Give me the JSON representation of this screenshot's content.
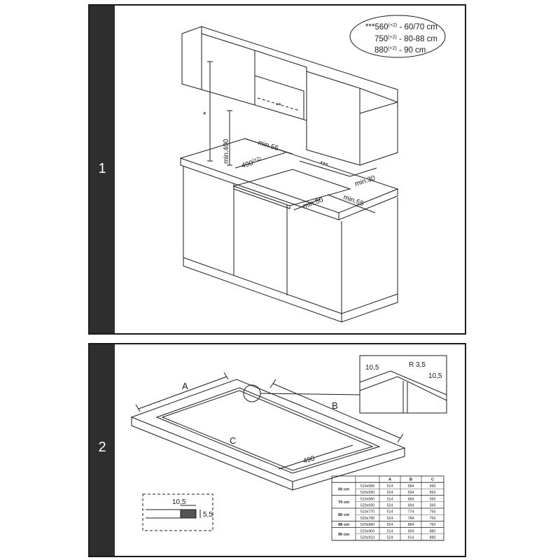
{
  "panel1": {
    "step": "1",
    "note_lines": [
      {
        "marker": "***",
        "text": "560",
        "sup": "(+2)",
        "suffix": " - 60/70 cm"
      },
      {
        "marker": "",
        "text": "750",
        "sup": "(+2)",
        "suffix": " - 80-88 cm"
      },
      {
        "marker": "",
        "text": "880",
        "sup": "(+2)",
        "suffix": " - 90 cm"
      }
    ],
    "dims": {
      "star": "*",
      "double_star": "**",
      "triple_star": "***",
      "min400": "min.400",
      "min55_top": "min.55",
      "cut490": "490",
      "cut490_sup": "(+2)",
      "min30": "min.30",
      "min50": "min.50",
      "min55_right": "min.55"
    }
  },
  "panel2": {
    "step": "2",
    "labels": {
      "A": "A",
      "B": "B",
      "C": "C",
      "dim490": "490"
    },
    "detail": {
      "d1": "10,5",
      "r": "R 3,5",
      "d2": "10,5"
    },
    "section": {
      "w": "10,5",
      "h": "5,5"
    },
    "table": {
      "headers": [
        "",
        "",
        "A",
        "B",
        "C"
      ],
      "groups": [
        {
          "size": "60 cm",
          "rows": [
            [
              "510x580",
              "514",
              "584",
              "560"
            ],
            [
              "520x590",
              "524",
              "594",
              "560"
            ]
          ]
        },
        {
          "size": "70 cm",
          "rows": [
            [
              "510x680",
              "514",
              "684",
              "560"
            ],
            [
              "520x690",
              "524",
              "694",
              "560"
            ]
          ]
        },
        {
          "size": "80 cm",
          "rows": [
            [
              "510x770",
              "514",
              "774",
              "750"
            ],
            [
              "520x780",
              "524",
              "784",
              "750"
            ]
          ]
        },
        {
          "size": "88 cm",
          "rows": [
            [
              "520x880",
              "524",
              "884",
              "750"
            ]
          ]
        },
        {
          "size": "90 cm",
          "rows": [
            [
              "510x900",
              "514",
              "904",
              "880"
            ],
            [
              "520x910",
              "524",
              "914",
              "880"
            ]
          ]
        }
      ]
    }
  }
}
